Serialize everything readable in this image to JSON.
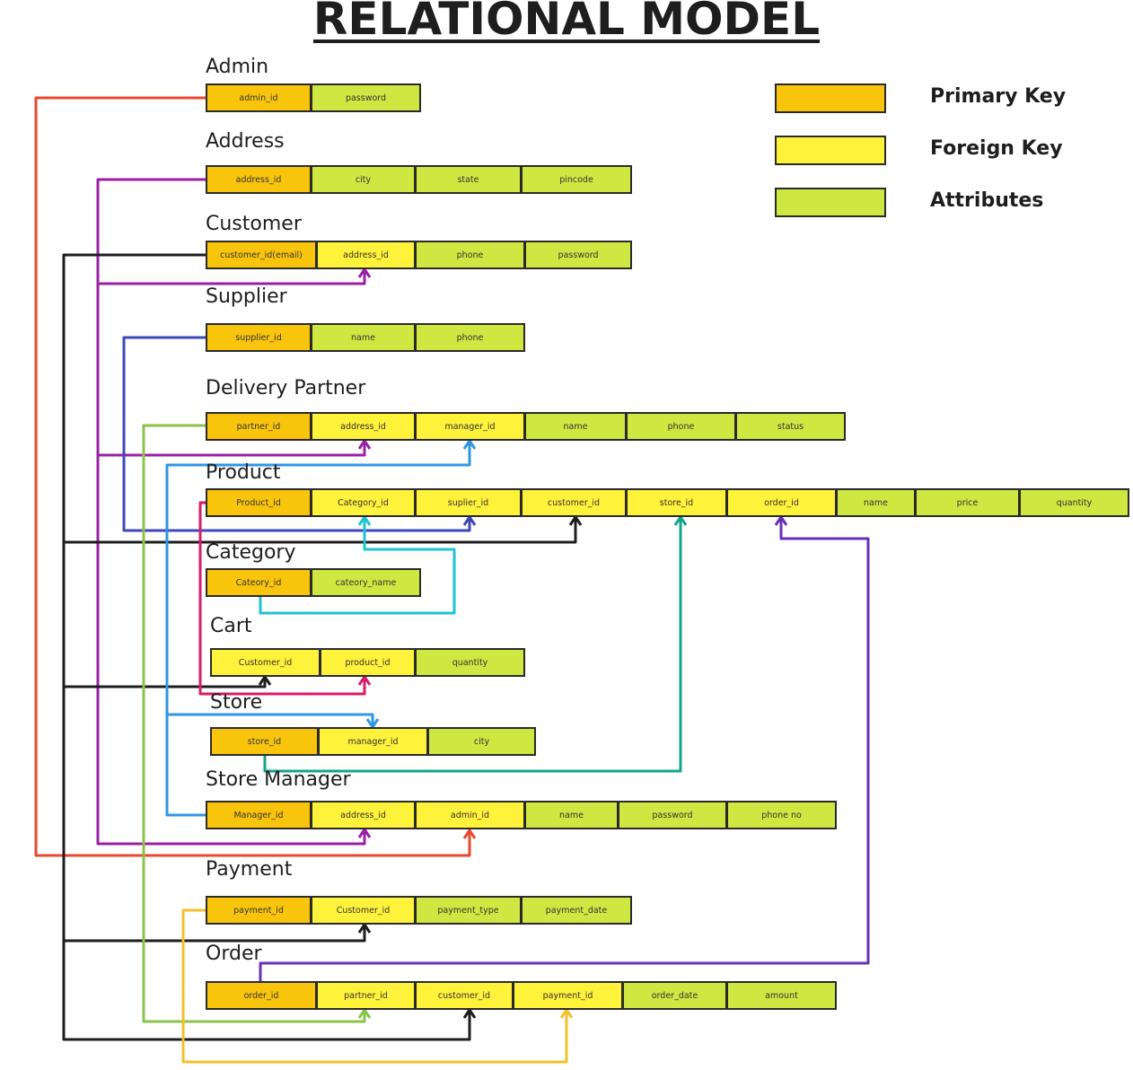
{
  "title": "RELATIONAL MODEL",
  "colors": {
    "primary_key": "#f9c40c",
    "foreign_key": "#fff23a",
    "attribute": "#cee741"
  },
  "legend": [
    {
      "label": "Primary Key",
      "kind": "pk"
    },
    {
      "label": "Foreign Key",
      "kind": "fk"
    },
    {
      "label": "Attributes",
      "kind": "attr"
    }
  ],
  "entities": [
    {
      "name": "Admin",
      "fields": [
        {
          "label": "admin_id",
          "kind": "pk"
        },
        {
          "label": "password",
          "kind": "attr"
        }
      ]
    },
    {
      "name": "Address",
      "fields": [
        {
          "label": "address_id",
          "kind": "pk"
        },
        {
          "label": "city",
          "kind": "attr"
        },
        {
          "label": "state",
          "kind": "attr"
        },
        {
          "label": "pincode",
          "kind": "attr"
        }
      ]
    },
    {
      "name": "Customer",
      "fields": [
        {
          "label": "customer_id(email)",
          "kind": "pk"
        },
        {
          "label": "address_id",
          "kind": "fk"
        },
        {
          "label": "phone",
          "kind": "attr"
        },
        {
          "label": "password",
          "kind": "attr"
        }
      ]
    },
    {
      "name": "Supplier",
      "fields": [
        {
          "label": "supplier_id",
          "kind": "pk"
        },
        {
          "label": "name",
          "kind": "attr"
        },
        {
          "label": "phone",
          "kind": "attr"
        }
      ]
    },
    {
      "name": "Delivery Partner",
      "fields": [
        {
          "label": "partner_id",
          "kind": "pk"
        },
        {
          "label": "address_id",
          "kind": "fk"
        },
        {
          "label": "manager_id",
          "kind": "fk"
        },
        {
          "label": "name",
          "kind": "attr"
        },
        {
          "label": "phone",
          "kind": "attr"
        },
        {
          "label": "status",
          "kind": "attr"
        }
      ]
    },
    {
      "name": "Product",
      "fields": [
        {
          "label": "Product_id",
          "kind": "pk"
        },
        {
          "label": "Category_id",
          "kind": "fk"
        },
        {
          "label": "suplier_id",
          "kind": "fk"
        },
        {
          "label": "customer_id",
          "kind": "fk"
        },
        {
          "label": "store_id",
          "kind": "fk"
        },
        {
          "label": "order_id",
          "kind": "fk"
        },
        {
          "label": "name",
          "kind": "attr"
        },
        {
          "label": "price",
          "kind": "attr"
        },
        {
          "label": "quantity",
          "kind": "attr"
        }
      ]
    },
    {
      "name": "Category",
      "fields": [
        {
          "label": "Cateory_id",
          "kind": "pk"
        },
        {
          "label": "cateory_name",
          "kind": "attr"
        }
      ]
    },
    {
      "name": "Cart",
      "fields": [
        {
          "label": "Customer_id",
          "kind": "fk"
        },
        {
          "label": "product_id",
          "kind": "fk"
        },
        {
          "label": "quantity",
          "kind": "attr"
        }
      ]
    },
    {
      "name": "Store",
      "fields": [
        {
          "label": "store_id",
          "kind": "pk"
        },
        {
          "label": "manager_id",
          "kind": "fk"
        },
        {
          "label": "city",
          "kind": "attr"
        }
      ]
    },
    {
      "name": "Store Manager",
      "fields": [
        {
          "label": "Manager_id",
          "kind": "pk"
        },
        {
          "label": "address_id",
          "kind": "fk"
        },
        {
          "label": "admin_id",
          "kind": "fk"
        },
        {
          "label": "name",
          "kind": "attr"
        },
        {
          "label": "password",
          "kind": "attr"
        },
        {
          "label": "phone no",
          "kind": "attr"
        }
      ]
    },
    {
      "name": "Payment",
      "fields": [
        {
          "label": "payment_id",
          "kind": "pk"
        },
        {
          "label": "Customer_id",
          "kind": "fk"
        },
        {
          "label": "payment_type",
          "kind": "attr"
        },
        {
          "label": "payment_date",
          "kind": "attr"
        }
      ]
    },
    {
      "name": "Order",
      "fields": [
        {
          "label": "order_id",
          "kind": "pk"
        },
        {
          "label": "partner_id",
          "kind": "fk"
        },
        {
          "label": "customer_id",
          "kind": "fk"
        },
        {
          "label": "payment_id",
          "kind": "fk"
        },
        {
          "label": "order_date",
          "kind": "attr"
        },
        {
          "label": "amount",
          "kind": "attr"
        }
      ]
    }
  ],
  "relationships": [
    {
      "from": "Admin.admin_id",
      "to": "Store Manager.admin_id",
      "color": "#e8492c"
    },
    {
      "from": "Address.address_id",
      "to": "Customer.address_id",
      "color": "#9a1fa8"
    },
    {
      "from": "Address.address_id",
      "to": "Delivery Partner.address_id",
      "color": "#9a1fa8"
    },
    {
      "from": "Address.address_id",
      "to": "Store Manager.address_id",
      "color": "#9a1fa8"
    },
    {
      "from": "Customer.customer_id(email)",
      "to": "Product.customer_id",
      "color": "#1e1e1e"
    },
    {
      "from": "Customer.customer_id(email)",
      "to": "Cart.Customer_id",
      "color": "#1e1e1e"
    },
    {
      "from": "Customer.customer_id(email)",
      "to": "Payment.Customer_id",
      "color": "#1e1e1e"
    },
    {
      "from": "Customer.customer_id(email)",
      "to": "Order.customer_id",
      "color": "#1e1e1e"
    },
    {
      "from": "Supplier.supplier_id",
      "to": "Product.suplier_id",
      "color": "#3f48b8"
    },
    {
      "from": "Delivery Partner.partner_id",
      "to": "Order.partner_id",
      "color": "#8bc34a"
    },
    {
      "from": "Store Manager.Manager_id",
      "to": "Delivery Partner.manager_id",
      "color": "#2f96e6"
    },
    {
      "from": "Store Manager.Manager_id",
      "to": "Store.manager_id",
      "color": "#2f96e6"
    },
    {
      "from": "Product.Product_id",
      "to": "Cart.product_id",
      "color": "#d81b6a"
    },
    {
      "from": "Category.Cateory_id",
      "to": "Product.Category_id",
      "color": "#1fc3d0"
    },
    {
      "from": "Store.store_id",
      "to": "Product.store_id",
      "color": "#12a58a"
    },
    {
      "from": "Order.order_id",
      "to": "Product.order_id",
      "color": "#6a2fb8"
    },
    {
      "from": "Payment.payment_id",
      "to": "Order.payment_id",
      "color": "#f2c12e"
    }
  ]
}
